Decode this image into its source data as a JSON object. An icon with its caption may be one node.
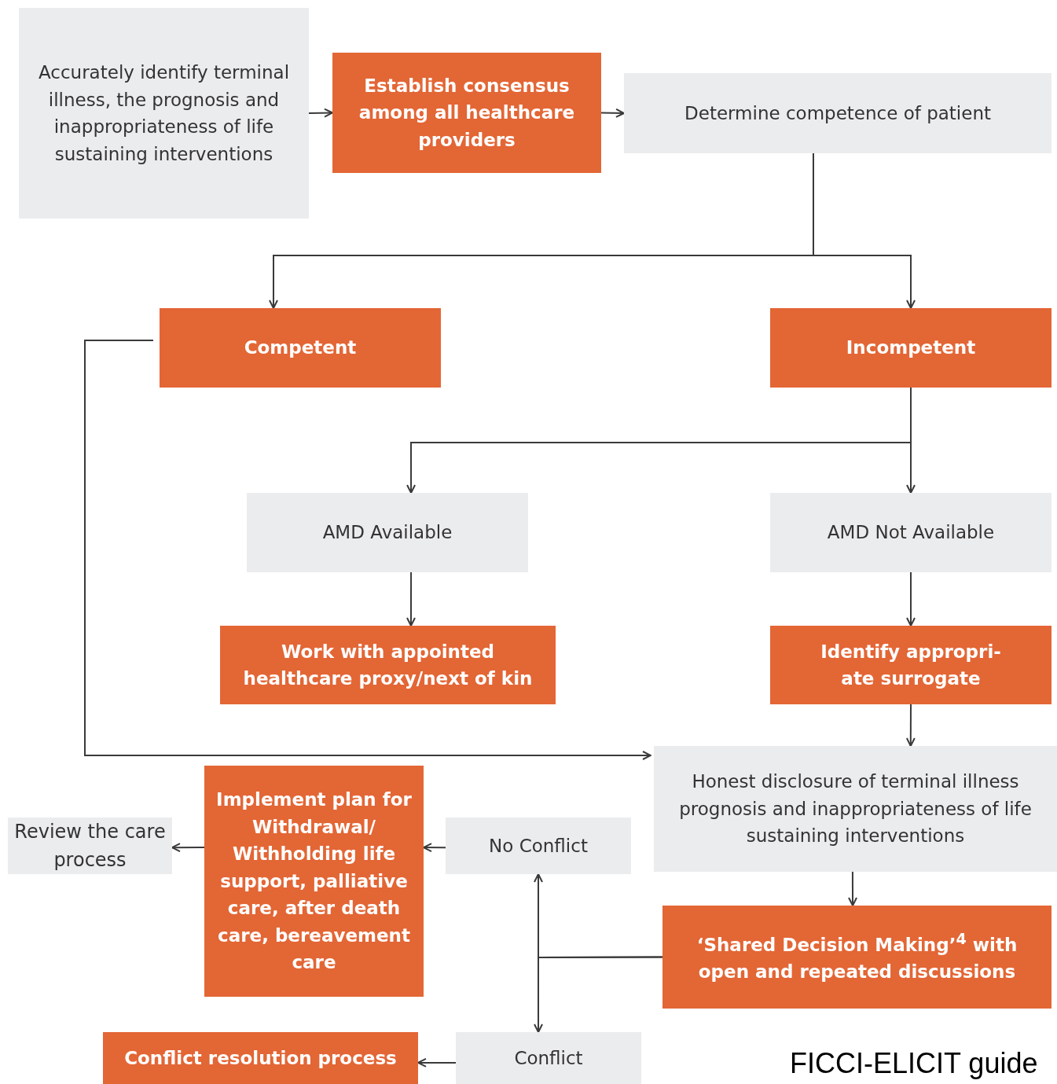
{
  "diagram": {
    "nodes": [
      {
        "text": [
          "Accurately identify terminal illness, the prognosis and inappropriateness of life sustaining interventions"
        ]
      },
      {
        "text": [
          "Establish consensus among all healthcare providers"
        ]
      },
      {
        "text": [
          "Determine competence of patient"
        ]
      },
      {
        "text": [
          "Competent"
        ]
      },
      {
        "text": [
          "Incompetent"
        ]
      },
      {
        "text": [
          "AMD Available"
        ]
      },
      {
        "text": [
          "AMD Not Available"
        ]
      },
      {
        "text": [
          "Work with appointed healthcare proxy/next of kin"
        ]
      },
      {
        "text": [
          "Identify appropri- ate surrogate"
        ]
      },
      {
        "text": [
          "Honest disclosure of terminal illness prognosis and inappropriateness of life sustaining interventions"
        ]
      },
      {
        "text": [
          "Review the care process"
        ]
      },
      {
        "text": [
          "Implement plan for Withdrawal/ Withholding life support, palliative care, after death care, bereavement care"
        ]
      },
      {
        "text": [
          "No Conflict"
        ]
      },
      {
        "text": [
          "‘Shared Decision Making’$^{4}$ with open and repeated discussions"
        ]
      },
      {
        "text": [
          "Conflict resolution process"
        ]
      },
      {
        "text": [
          "Conflict"
        ]
      }
    ],
    "edges": [
      {
        "from": 0,
        "to": 1,
        "arrow": "to"
      },
      {
        "from": 1,
        "to": 2,
        "arrow": "to"
      },
      {
        "from": 2,
        "to": 3,
        "arrow": "to"
      },
      {
        "from": 2,
        "to": 4,
        "arrow": "to"
      },
      {
        "from": 3,
        "to": 9,
        "arrow": "to"
      },
      {
        "from": 4,
        "to": 5,
        "arrow": "to"
      },
      {
        "from": 4,
        "to": 6,
        "arrow": "to"
      },
      {
        "from": 5,
        "to": 7,
        "arrow": "to"
      },
      {
        "from": 6,
        "to": 8,
        "arrow": "to"
      },
      {
        "from": 8,
        "to": 9,
        "arrow": "to"
      },
      {
        "from": 9,
        "to": 13,
        "arrow": "to"
      },
      {
        "from": 13,
        "to": 12,
        "arrow": "to"
      },
      {
        "from": 13,
        "to": 15,
        "arrow": "to"
      },
      {
        "from": 12,
        "to": 11,
        "arrow": "to"
      },
      {
        "from": 11,
        "to": 10,
        "arrow": "to"
      },
      {
        "from": 15,
        "to": 14,
        "arrow": "to"
      }
    ],
    "labels": [
      "FICCI-ELICIT guide"
    ]
  }
}
